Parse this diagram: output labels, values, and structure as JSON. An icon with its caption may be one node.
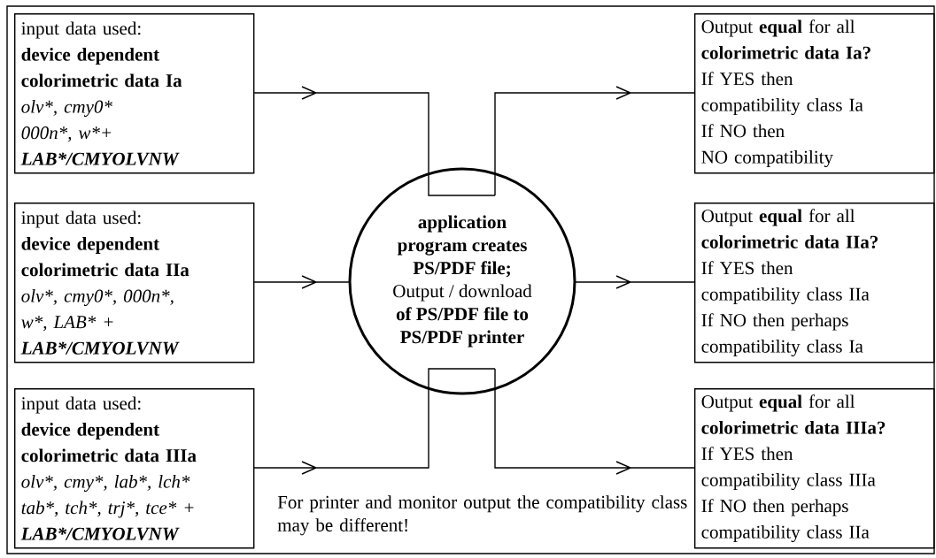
{
  "diagram": {
    "nodes": [
      {
        "text": [
          "input data used:",
          "device dependent",
          "colorimetric data Ia",
          "olv*, cmy0*",
          "000n*, w*+",
          "LAB*/CMYOLVNW"
        ]
      },
      {
        "text": [
          "input data used:",
          "device dependent",
          "colorimetric data IIa",
          "olv*, cmy0*, 000n*,",
          "w*, LAB* +",
          "LAB*/CMYOLVNW"
        ]
      },
      {
        "text": [
          "input data used:",
          "device dependent",
          "colorimetric data IIIa",
          "olv*, cmy*, lab*, lch*",
          "tab*, tch*, trj*, tce* +",
          "LAB*/CMYOLVNW"
        ]
      },
      {
        "text": [
          "application",
          "program creates",
          "PS/PDF file;",
          "Output / download",
          "of PS/PDF file to",
          "PS/PDF printer"
        ]
      },
      {
        "text": [
          "Output **equal** for all",
          "colorimetric data Ia?",
          "If YES then",
          "compatibility class Ia",
          "If NO then",
          "NO compatibility"
        ]
      },
      {
        "text": [
          "Output **equal** for all",
          "colorimetric data IIa?",
          "If YES then",
          "compatibility class IIa",
          "If NO then perhaps",
          "compatibility class Ia"
        ]
      },
      {
        "text": [
          "Output **equal** for all",
          "colorimetric data IIIa?",
          "If YES then",
          "compatibility class IIIa",
          "If NO then perhaps",
          "compatibility class IIa"
        ]
      }
    ],
    "edges": [
      {
        "from": 0,
        "to": 3,
        "arrow": "to"
      },
      {
        "from": 1,
        "to": 3,
        "arrow": "to"
      },
      {
        "from": 2,
        "to": 3,
        "arrow": "to"
      },
      {
        "from": 3,
        "to": 4,
        "arrow": "to"
      },
      {
        "from": 3,
        "to": 5,
        "arrow": "to"
      },
      {
        "from": 3,
        "to": 6,
        "arrow": "to"
      }
    ],
    "labels": [
      "For printer and monitor output the compatibility class may be different!"
    ]
  }
}
